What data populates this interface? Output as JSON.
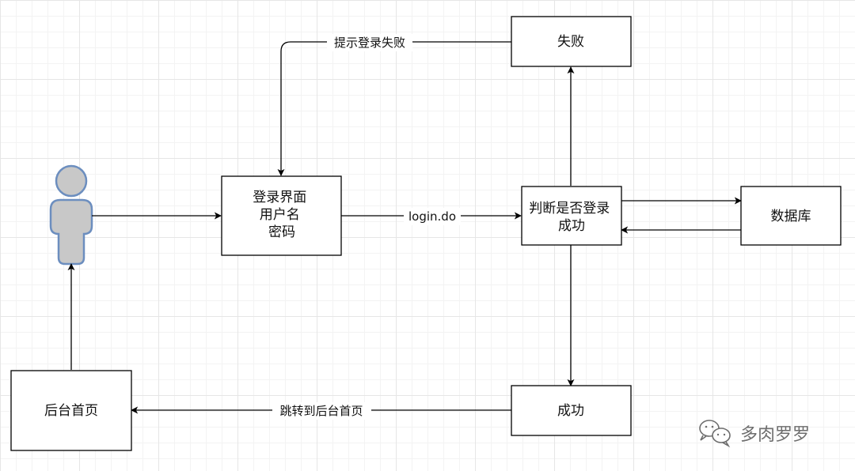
{
  "nodes": {
    "login": [
      "登录界面",
      "用户名",
      "密码"
    ],
    "judge": [
      "判断是否登录",
      "成功"
    ],
    "fail": [
      "失败"
    ],
    "success": [
      "成功"
    ],
    "database": [
      "数据库"
    ],
    "home": [
      "后台首页"
    ]
  },
  "edges": {
    "prompt_fail": "提示登录失败",
    "login_do": "login.do",
    "jump_home": "跳转到后台首页"
  },
  "watermark": {
    "text": "多肉罗罗",
    "icon": "wechat-icon"
  },
  "colors": {
    "actor_fill": "#c8c8c8",
    "actor_stroke": "#6c8ebf",
    "line": "#000000",
    "grid": "#e6e6e6",
    "watermark": "#6d6d6d"
  }
}
